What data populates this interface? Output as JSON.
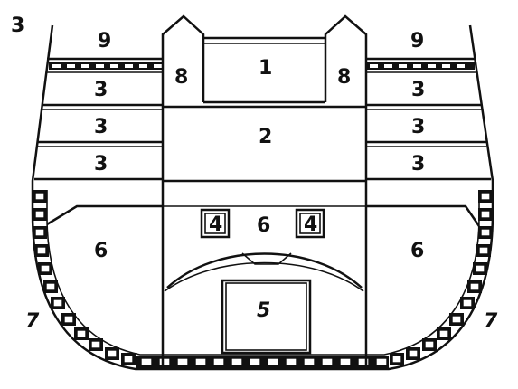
{
  "labels": {
    "corner": "3",
    "top_left": "9",
    "top_center": "1",
    "top_right": "9",
    "post_left": "8",
    "post_right": "8",
    "left_row_1": "3",
    "left_row_2": "3",
    "left_row_3": "3",
    "right_row_1": "3",
    "right_row_2": "3",
    "right_row_3": "3",
    "center_middle": "2",
    "center_lower": "6",
    "left_lower": "6",
    "right_lower": "6",
    "box_left": "4",
    "box_right": "4",
    "bottom_center": "5",
    "hull_left": "7",
    "hull_right": "7"
  }
}
